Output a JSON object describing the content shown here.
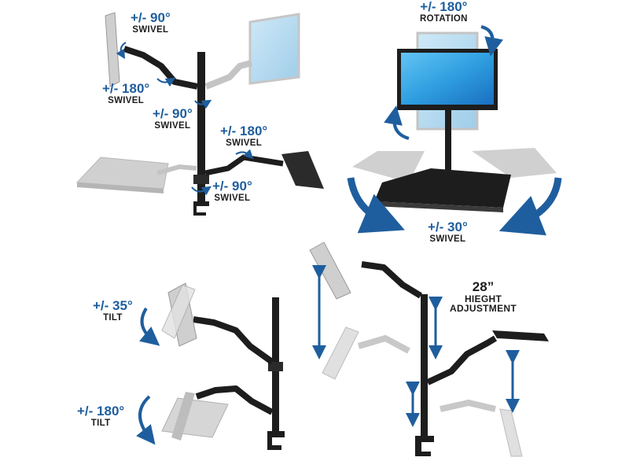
{
  "colors": {
    "accent": "#1f5e9e",
    "arm": "#1d1d1d",
    "ghost": "#bcbcbc",
    "screen_blue": "#2f9fe0"
  },
  "labels": {
    "q1_top": {
      "deg": "+/- 90°",
      "cap": "SWIVEL"
    },
    "q1_left": {
      "deg": "+/- 180°",
      "cap": "SWIVEL"
    },
    "q1_mid": {
      "deg": "+/- 90°",
      "cap": "SWIVEL"
    },
    "q1_right": {
      "deg": "+/- 180°",
      "cap": "SWIVEL"
    },
    "q1_bottom": {
      "deg": "+/- 90°",
      "cap": "SWIVEL"
    },
    "q2_top": {
      "deg": "+/- 180°",
      "cap": "ROTATION"
    },
    "q2_bottom": {
      "deg": "+/- 30°",
      "cap": "SWIVEL"
    },
    "q3_top": {
      "deg": "+/- 35°",
      "cap": "TILT"
    },
    "q3_bottom": {
      "deg": "+/- 180°",
      "cap": "TILT"
    },
    "q4_height": {
      "deg": "28”",
      "cap1": "HIEGHT",
      "cap2": "ADJUSTMENT"
    }
  }
}
